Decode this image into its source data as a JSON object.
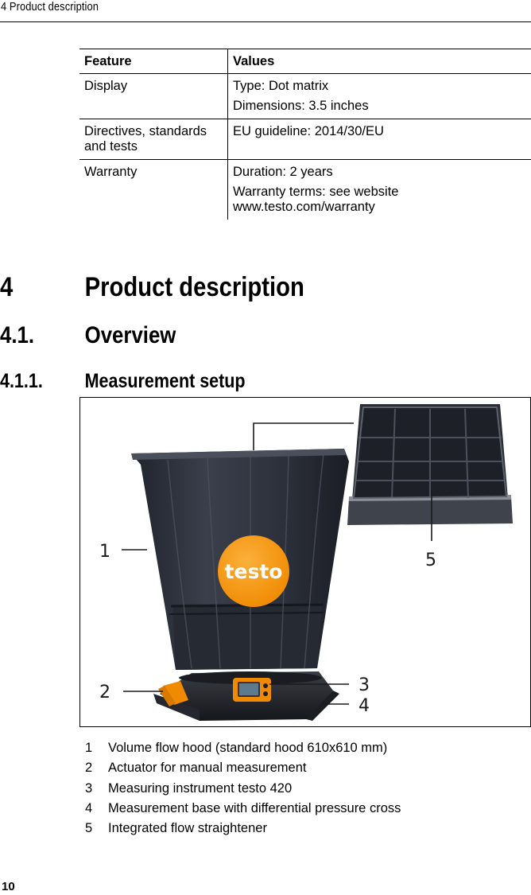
{
  "header": {
    "running_title": "4 Product description"
  },
  "spec_table": {
    "col_feature": "Feature",
    "col_values": "Values",
    "rows": [
      {
        "feature": "Display",
        "values": [
          "Type: Dot matrix",
          "Dimensions: 3.5 inches"
        ]
      },
      {
        "feature": "Directives, standards and tests",
        "values": [
          "EU guideline: 2014/30/EU"
        ]
      },
      {
        "feature": "Warranty",
        "values": [
          "Duration: 2 years",
          "Warranty terms: see website www.testo.com/warranty"
        ]
      }
    ]
  },
  "sections": {
    "h1": {
      "number": "4",
      "title": "Product description"
    },
    "h2": {
      "number": "4.1.",
      "title": "Overview"
    },
    "h3": {
      "number": "4.1.1.",
      "title": "Measurement setup"
    }
  },
  "figure": {
    "logo_text": "testo",
    "callouts": [
      "1",
      "2",
      "3",
      "4",
      "5"
    ]
  },
  "legend": [
    {
      "num": "1",
      "text": "Volume flow hood (standard hood 610x610 mm)"
    },
    {
      "num": "2",
      "text": "Actuator for manual measurement"
    },
    {
      "num": "3",
      "text": "Measuring instrument testo 420"
    },
    {
      "num": "4",
      "text": "Measurement base with differential pressure cross"
    },
    {
      "num": "5",
      "text": "Integrated flow straightener"
    }
  ],
  "footer": {
    "page_number": "10"
  },
  "colors": {
    "hood": "#2b2f3a",
    "logo": "#f39200",
    "text": "#000000"
  }
}
